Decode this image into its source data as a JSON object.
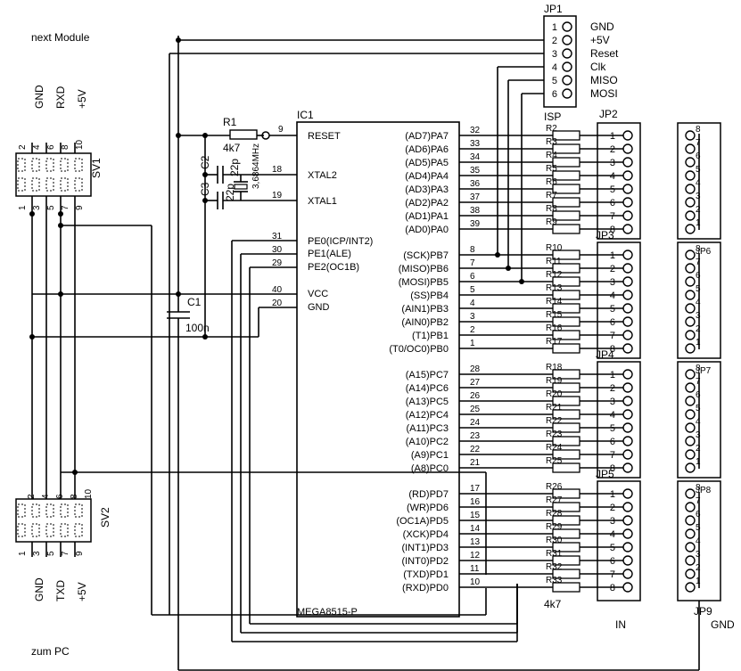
{
  "texts": {
    "next_module": "next Module",
    "zum_pc": "zum PC",
    "ic1": "IC1",
    "mega": "MEGA8515-P",
    "reset": "RESET",
    "xtal2": "XTAL2",
    "xtal1": "XTAL1",
    "pe0": "PE0(ICP/INT2)",
    "pe1": "PE1(ALE)",
    "pe2": "PE2(OC1B)",
    "vcc": "VCC",
    "gnd_pin": "GND",
    "r1": "R1",
    "r1_val": "4k7",
    "c1": "C1",
    "c1_val": "100n",
    "c2": "C2",
    "c2_val": "22p",
    "c3": "C3",
    "c3_val": "22p",
    "q1_val": "3,6864MHz",
    "jp1": "JP1",
    "jp2": "JP2",
    "jp3": "JP3",
    "jp4": "JP4",
    "jp5": "JP5",
    "jp6": "JP6",
    "jp7": "JP7",
    "jp8": "JP8",
    "jp9": "JP9",
    "sv1": "SV1",
    "sv2": "SV2",
    "in": "IN",
    "gnd_right": "GND",
    "isp": "ISP",
    "pin9": "9",
    "pin18": "18",
    "pin19": "19",
    "pin31": "31",
    "pin30": "30",
    "pin29": "29",
    "pin40": "40",
    "pin20": "20",
    "r_last": "4k7"
  },
  "jp1_labels": [
    "GND",
    "+5V",
    "Reset",
    "Clk",
    "MISO",
    "MOSI"
  ],
  "jp1_pins": [
    "1",
    "2",
    "3",
    "4",
    "5",
    "6"
  ],
  "sv1_top": [
    "GND",
    "RXD",
    "+5V"
  ],
  "sv2_bottom": [
    "GND",
    "TXD",
    "+5V"
  ],
  "sv_top_pins": [
    "2",
    "4",
    "6",
    "8",
    "10"
  ],
  "sv_bottom_pins": [
    "1",
    "3",
    "5",
    "7",
    "9"
  ],
  "port_a": [
    {
      "label": "(AD7)PA7",
      "pin": "32"
    },
    {
      "label": "(AD6)PA6",
      "pin": "33"
    },
    {
      "label": "(AD5)PA5",
      "pin": "34"
    },
    {
      "label": "(AD4)PA4",
      "pin": "35"
    },
    {
      "label": "(AD3)PA3",
      "pin": "36"
    },
    {
      "label": "(AD2)PA2",
      "pin": "37"
    },
    {
      "label": "(AD1)PA1",
      "pin": "38"
    },
    {
      "label": "(AD0)PA0",
      "pin": "39"
    }
  ],
  "port_b": [
    {
      "label": "(SCK)PB7",
      "pin": "8"
    },
    {
      "label": "(MISO)PB6",
      "pin": "7"
    },
    {
      "label": "(MOSI)PB5",
      "pin": "6"
    },
    {
      "label": "(SS)PB4",
      "pin": "5"
    },
    {
      "label": "(AIN1)PB3",
      "pin": "4"
    },
    {
      "label": "(AIN0)PB2",
      "pin": "3"
    },
    {
      "label": "(T1)PB1",
      "pin": "2"
    },
    {
      "label": "(T0/OC0)PB0",
      "pin": "1"
    }
  ],
  "port_c": [
    {
      "label": "(A15)PC7",
      "pin": "28"
    },
    {
      "label": "(A14)PC6",
      "pin": "27"
    },
    {
      "label": "(A13)PC5",
      "pin": "26"
    },
    {
      "label": "(A12)PC4",
      "pin": "25"
    },
    {
      "label": "(A11)PC3",
      "pin": "24"
    },
    {
      "label": "(A10)PC2",
      "pin": "23"
    },
    {
      "label": "(A9)PC1",
      "pin": "22"
    },
    {
      "label": "(A8)PC0",
      "pin": "21"
    }
  ],
  "port_d": [
    {
      "label": "(RD)PD7",
      "pin": "17"
    },
    {
      "label": "(WR)PD6",
      "pin": "16"
    },
    {
      "label": "(OC1A)PD5",
      "pin": "15"
    },
    {
      "label": "(XCK)PD4",
      "pin": "14"
    },
    {
      "label": "(INT1)PD3",
      "pin": "13"
    },
    {
      "label": "(INT0)PD2",
      "pin": "12"
    },
    {
      "label": "(TXD)PD1",
      "pin": "11"
    },
    {
      "label": "(RXD)PD0",
      "pin": "10"
    }
  ],
  "resistor_labels": [
    "R2",
    "R3",
    "R4",
    "R5",
    "R6",
    "R7",
    "R8",
    "R9",
    "R10",
    "R11",
    "R12",
    "R13",
    "R14",
    "R15",
    "R16",
    "R17",
    "R18",
    "R19",
    "R20",
    "R21",
    "R22",
    "R23",
    "R24",
    "R25",
    "R26",
    "R27",
    "R28",
    "R29",
    "R30",
    "R31",
    "R32",
    "R33"
  ],
  "resistor_value": "4k7",
  "header_pins": [
    "1",
    "2",
    "3",
    "4",
    "5",
    "6",
    "7",
    "8"
  ]
}
